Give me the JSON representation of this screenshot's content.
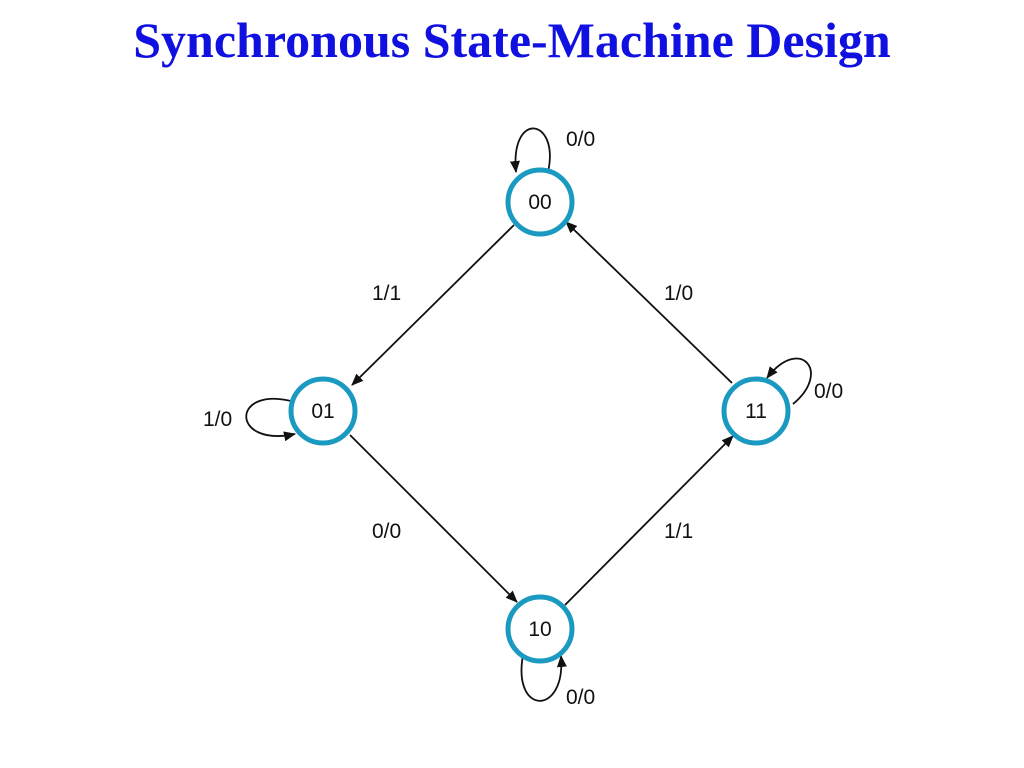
{
  "title": "Synchronous State-Machine Design",
  "diagram": {
    "states": [
      {
        "id": "00",
        "label": "00"
      },
      {
        "id": "01",
        "label": "01"
      },
      {
        "id": "10",
        "label": "10"
      },
      {
        "id": "11",
        "label": "11"
      }
    ],
    "transitions": [
      {
        "from": "00",
        "to": "00",
        "label": "0/0"
      },
      {
        "from": "00",
        "to": "01",
        "label": "1/1"
      },
      {
        "from": "01",
        "to": "01",
        "label": "1/0"
      },
      {
        "from": "01",
        "to": "10",
        "label": "0/0"
      },
      {
        "from": "10",
        "to": "10",
        "label": "0/0"
      },
      {
        "from": "10",
        "to": "11",
        "label": "1/1"
      },
      {
        "from": "11",
        "to": "11",
        "label": "0/0"
      },
      {
        "from": "11",
        "to": "00",
        "label": "1/0"
      }
    ],
    "colors": {
      "title": "#1010e0",
      "state_border": "#1a9ac0",
      "edge": "#111111"
    }
  }
}
